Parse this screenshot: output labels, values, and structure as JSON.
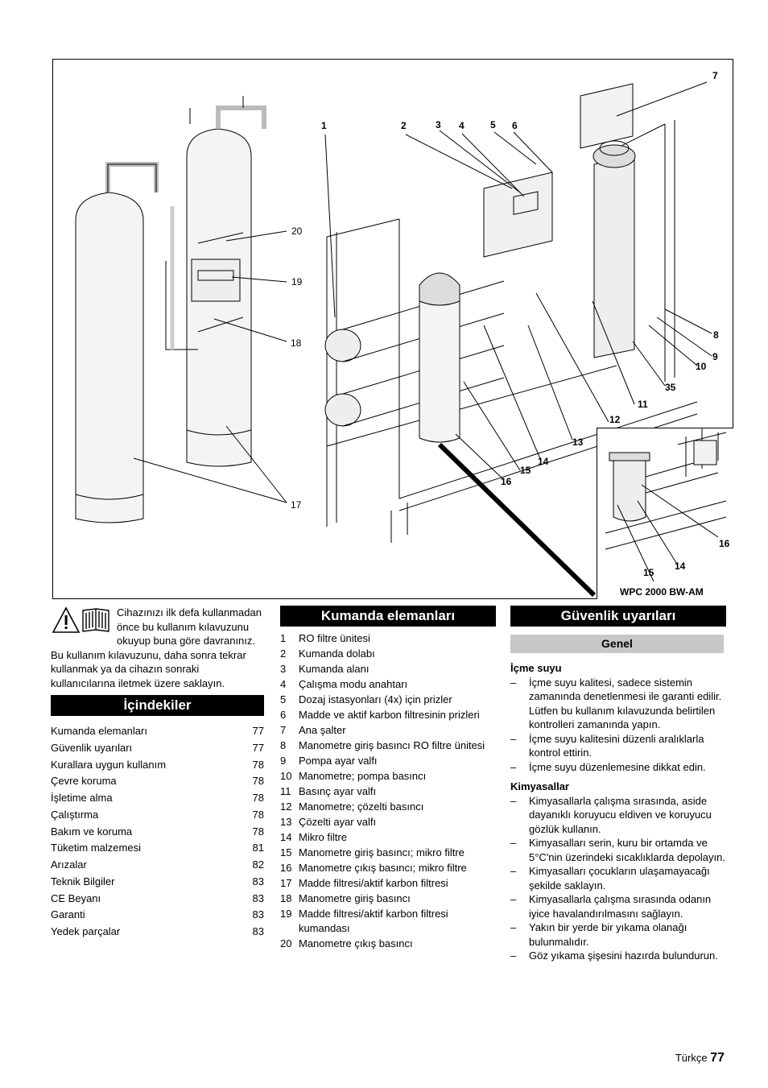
{
  "figure": {
    "callouts": [
      "1",
      "2",
      "3",
      "4",
      "5",
      "6",
      "7",
      "8",
      "9",
      "10",
      "11",
      "12",
      "13",
      "14",
      "15",
      "16",
      "17",
      "18",
      "19",
      "20",
      "35"
    ],
    "inset": {
      "caption": "WPC 2000 BW-AM",
      "callouts": [
        "16",
        "14",
        "15"
      ]
    }
  },
  "intro": {
    "text": "Cihazınızı ilk defa kullanmadan önce bu kullanım kılavuzunu okuyup buna göre davranınız. Bu kullanım kılavuzunu, daha sonra tekrar kullanmak ya da cihazın sonraki kullanıcılarına iletmek üzere saklayın.",
    "icons": [
      "warning-triangle-icon",
      "manual-book-icon"
    ]
  },
  "toc": {
    "title": "İçindekiler",
    "items": [
      {
        "label": "Kumanda elemanları",
        "page": "77"
      },
      {
        "label": "Güvenlik uyarıları",
        "page": "77"
      },
      {
        "label": "Kurallara uygun kullanım",
        "page": "78"
      },
      {
        "label": "Çevre koruma",
        "page": "78"
      },
      {
        "label": "İşletime alma",
        "page": "78"
      },
      {
        "label": "Çalıştırma",
        "page": "78"
      },
      {
        "label": "Bakım ve koruma",
        "page": "78"
      },
      {
        "label": "Tüketim malzemesi",
        "page": "81"
      },
      {
        "label": "Arızalar",
        "page": "82"
      },
      {
        "label": "Teknik Bilgiler",
        "page": "83"
      },
      {
        "label": "CE Beyanı",
        "page": "83"
      },
      {
        "label": "Garanti",
        "page": "83"
      },
      {
        "label": "Yedek parçalar",
        "page": "83"
      }
    ]
  },
  "controls": {
    "title": "Kumanda elemanları",
    "items": [
      {
        "num": "1",
        "text": "RO filtre ünitesi"
      },
      {
        "num": "2",
        "text": "Kumanda dolabı"
      },
      {
        "num": "3",
        "text": "Kumanda alanı"
      },
      {
        "num": "4",
        "text": "Çalışma modu anahtarı"
      },
      {
        "num": "5",
        "text": "Dozaj istasyonları (4x) için prizler"
      },
      {
        "num": "6",
        "text": "Madde ve aktif karbon filtresinin prizleri"
      },
      {
        "num": "7",
        "text": "Ana şalter"
      },
      {
        "num": "8",
        "text": "Manometre giriş basıncı RO filtre ünitesi"
      },
      {
        "num": "9",
        "text": "Pompa ayar valfı"
      },
      {
        "num": "10",
        "text": "Manometre; pompa basıncı"
      },
      {
        "num": "11",
        "text": "Basınç ayar valfı"
      },
      {
        "num": "12",
        "text": "Manometre; çözelti basıncı"
      },
      {
        "num": "13",
        "text": "Çözelti ayar valfı"
      },
      {
        "num": "14",
        "text": "Mikro filtre"
      },
      {
        "num": "15",
        "text": "Manometre giriş basıncı; mikro filtre"
      },
      {
        "num": "16",
        "text": "Manometre çıkış basıncı; mikro filtre"
      },
      {
        "num": "17",
        "text": "Madde filtresi/aktif karbon filtresi"
      },
      {
        "num": "18",
        "text": "Manometre giriş basıncı"
      },
      {
        "num": "19",
        "text": "Madde filtresi/aktif karbon filtresi kumandası"
      },
      {
        "num": "20",
        "text": "Manometre çıkış basıncı"
      }
    ]
  },
  "safety": {
    "title": "Güvenlik uyarıları",
    "subtitle": "Genel",
    "sections": [
      {
        "heading": "İçme suyu",
        "items": [
          "İçme suyu kalitesi, sadece sistemin zamanında denetlenmesi ile garanti edilir. Lütfen bu kullanım kılavuzunda belirtilen kontrolleri zamanında yapın.",
          "İçme suyu kalitesini düzenli aralıklarla kontrol ettirin.",
          "İçme suyu düzenlemesine dikkat edin."
        ]
      },
      {
        "heading": "Kimyasallar",
        "items": [
          "Kimyasallarla çalışma sırasında, aside dayanıklı koruyucu eldiven ve koruyucu gözlük kullanın.",
          "Kimyasalları serin, kuru bir ortamda ve 5°C'nin üzerindeki sıcaklıklarda depolayın.",
          "Kimyasalları çocukların ulaşamayacağı şekilde saklayın.",
          "Kimyasallarla çalışma sırasında odanın iyice havalandırılmasını sağlayın.",
          "Yakın bir yerde bir yıkama olanağı bulunmalıdır.",
          "Göz yıkama şişesini hazırda bulundurun."
        ]
      }
    ]
  },
  "footer": {
    "language": "Türkçe",
    "page": "77"
  }
}
